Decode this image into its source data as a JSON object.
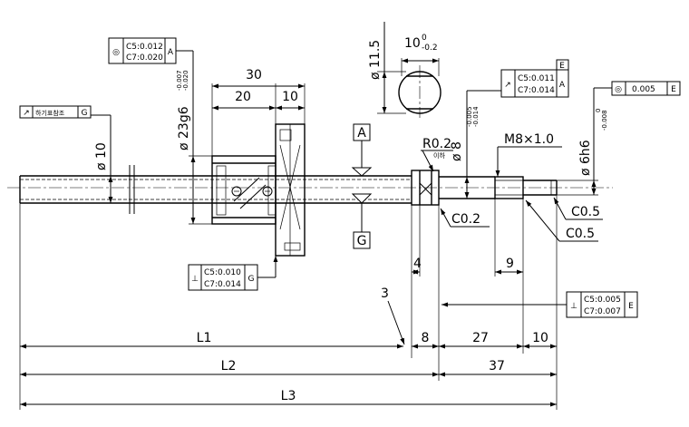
{
  "dimensions": {
    "d10": "ø 10",
    "d23": "ø 23g6",
    "d23_tol_upper": "-0.007",
    "d23_tol_lower": "-0.020",
    "d8": "ø 8",
    "d8_tol_upper": "-0.005",
    "d8_tol_lower": "-0.014",
    "d6": "ø 6h6",
    "d6_tol_upper": "0",
    "d6_tol_lower": "-0.008",
    "d115": "ø 11.5",
    "w10": "10",
    "w10_tol_upper": "0",
    "w10_tol_lower": "-0.2",
    "len30": "30",
    "len20": "20",
    "len10a": "10",
    "thread": "M8×1.0",
    "r02": "R0.2",
    "r02_note": "이하",
    "c02": "C0.2",
    "c05a": "C0.5",
    "c05b": "C0.5",
    "len4": "4",
    "len9": "9",
    "len3": "3",
    "l1": "L1",
    "len8": "8",
    "len27": "27",
    "len10b": "10",
    "l2": "L2",
    "len37": "37",
    "l3": "L3"
  },
  "datums": {
    "a": "A",
    "g": "G",
    "e": "E"
  },
  "frames": {
    "conc": {
      "symbol": "◎",
      "line1": "C5:0.012",
      "line2": "C7:0.020",
      "datum": "A"
    },
    "runout_g": {
      "symbol": "↗",
      "note": "하기표참조",
      "datum": "G"
    },
    "runout_ea": {
      "symbol": "↗",
      "line1": "C5:0.011",
      "line2": "C7:0.014",
      "datum1": "E",
      "datum2": "A"
    },
    "conc_e": {
      "symbol": "◎",
      "value": "0.005",
      "datum": "E"
    },
    "perp_g": {
      "symbol": "⊥",
      "line1": "C5:0.010",
      "line2": "C7:0.014",
      "datum": "G"
    },
    "perp_e": {
      "symbol": "⊥",
      "line1": "C5:0.005",
      "line2": "C7:0.007",
      "datum": "E"
    }
  }
}
